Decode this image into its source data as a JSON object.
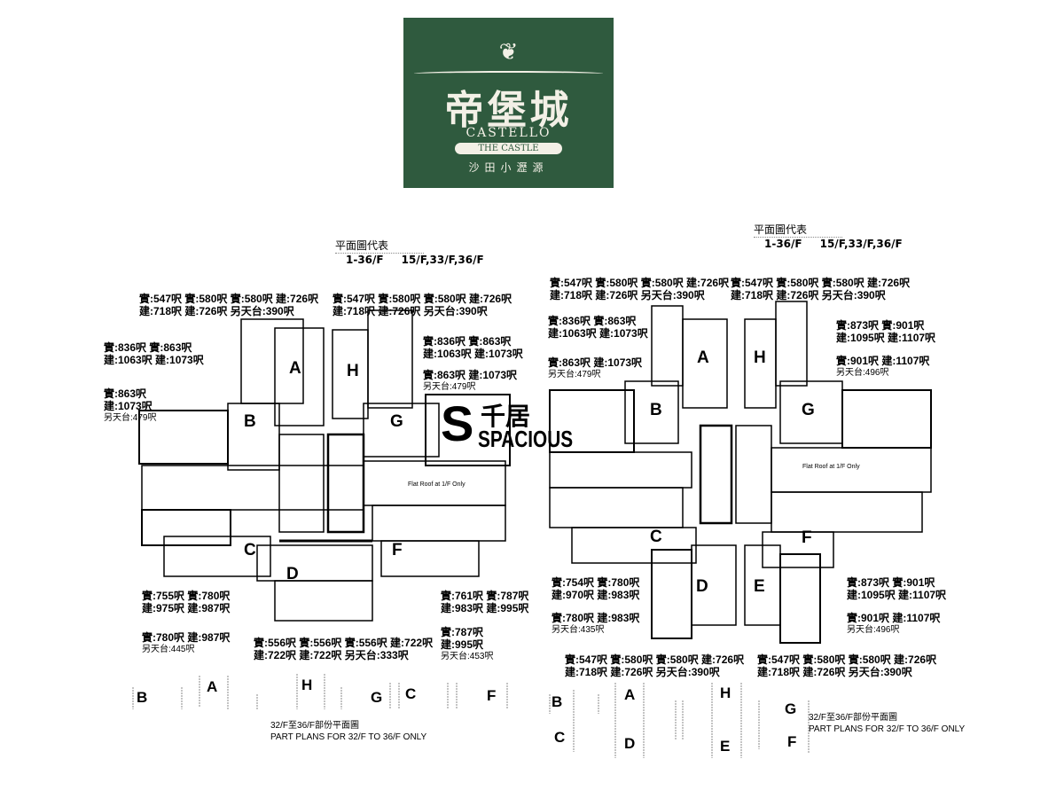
{
  "logo": {
    "ornament": "❦",
    "chinese_name": "帝堡城",
    "english_name": "CASTELLO",
    "subtitle": "THE CASTLE",
    "location": "沙田小瀝源",
    "bg_color": "#2f5a3e"
  },
  "watermark": {
    "mark": "S",
    "chinese": "千居",
    "english": "SPACIOUS"
  },
  "plans": [
    {
      "header": {
        "title": "平面圖代表",
        "floors_a": "1-36/F",
        "floors_b": "15/F,33/F,36/F"
      },
      "unit_labels": [
        "A",
        "H",
        "B",
        "G",
        "C",
        "F",
        "D"
      ],
      "notes": [
        [
          "實:547呎 實:580呎 實:580呎 建:726呎",
          "建:718呎 建:726呎 另天台:390呎"
        ],
        [
          "實:547呎 實:580呎 實:580呎 建:726呎",
          "建:718呎 建:726呎 另天台:390呎"
        ],
        [
          "實:836呎 實:863呎",
          "建:1063呎 建:1073呎"
        ],
        [
          "實:863呎",
          "建:1073呎",
          "另天台:479呎"
        ],
        [
          "實:836呎 實:863呎",
          "建:1063呎 建:1073呎"
        ],
        [
          "實:863呎 建:1073呎",
          "另天台:479呎"
        ],
        [
          "實:755呎 實:780呎",
          "建:975呎 建:987呎"
        ],
        [
          "實:780呎 建:987呎",
          "另天台:445呎"
        ],
        [
          "實:556呎 實:556呎 實:556呎 建:722呎",
          "建:722呎 建:722呎 另天台:333呎"
        ],
        [
          "實:761呎 實:787呎",
          "建:983呎 建:995呎"
        ],
        [
          "實:787呎",
          "建:995呎",
          "另天台:453呎"
        ]
      ],
      "part_labels": [
        "B",
        "A",
        "H",
        "G",
        "C",
        "F"
      ],
      "part_caption": [
        "32/F至36/F部份平面圖",
        "PART PLANS FOR 32/F TO 36/F ONLY"
      ],
      "flat_roof": "Flat Roof at 1/F Only"
    },
    {
      "header": {
        "title": "平面圖代表",
        "floors_a": "1-36/F",
        "floors_b": "15/F,33/F,36/F"
      },
      "unit_labels": [
        "A",
        "H",
        "B",
        "G",
        "C",
        "F",
        "D",
        "E"
      ],
      "notes": [
        [
          "實:547呎 實:580呎 實:580呎 建:726呎",
          "建:718呎 建:726呎 另天台:390呎"
        ],
        [
          "實:547呎 實:580呎 實:580呎 建:726呎",
          "建:718呎 建:726呎 另天台:390呎"
        ],
        [
          "實:836呎 實:863呎",
          "建:1063呎 建:1073呎"
        ],
        [
          "實:863呎 建:1073呎",
          "另天台:479呎"
        ],
        [
          "實:873呎 實:901呎",
          "建:1095呎 建:1107呎"
        ],
        [
          "實:901呎 建:1107呎",
          "另天台:496呎"
        ],
        [
          "實:754呎 實:780呎",
          "建:970呎 建:983呎"
        ],
        [
          "實:780呎 建:983呎",
          "另天台:435呎"
        ],
        [
          "實:873呎 實:901呎",
          "建:1095呎 建:1107呎"
        ],
        [
          "實:901呎 建:1107呎",
          "另天台:496呎"
        ],
        [
          "實:547呎 實:580呎 實:580呎 建:726呎",
          "建:718呎 建:726呎 另天台:390呎"
        ],
        [
          "實:547呎 實:580呎 實:580呎 建:726呎",
          "建:718呎 建:726呎 另天台:390呎"
        ]
      ],
      "part_labels": [
        "B",
        "A",
        "H",
        "G",
        "C",
        "D",
        "E",
        "F"
      ],
      "part_caption": [
        "32/F至36/F部份平面圖",
        "PART PLANS FOR 32/F TO 36/F ONLY"
      ],
      "flat_roof": "Flat Roof at 1/F Only"
    }
  ]
}
